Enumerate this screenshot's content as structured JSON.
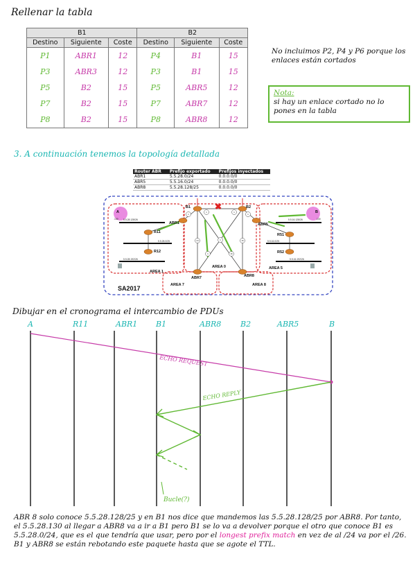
{
  "title": "Rellenar la tabla",
  "routing_table": {
    "groups": [
      "B1",
      "B2"
    ],
    "headers": [
      "Destino",
      "Siguiente",
      "Coste",
      "Destino",
      "Siguiente",
      "Coste"
    ],
    "rows": [
      [
        "P1",
        "ABR1",
        "12",
        "P4",
        "B1",
        "15"
      ],
      [
        "P3",
        "ABR3",
        "12",
        "P3",
        "B1",
        "15"
      ],
      [
        "P5",
        "B2",
        "15",
        "P5",
        "ABR5",
        "12"
      ],
      [
        "P7",
        "B2",
        "15",
        "P7",
        "ABR7",
        "12"
      ],
      [
        "P8",
        "B2",
        "15",
        "P8",
        "ABR8",
        "12"
      ]
    ]
  },
  "note_excluded": "No incluimos P2, P4 y P6 porque los enlaces están cortados",
  "note_box": {
    "label": "Nota:",
    "text": "si hay un enlace cortado no lo pones en la tabla"
  },
  "section3": "3. A continuación tenemos la topología detallada",
  "abr_table": {
    "headers": [
      "Router ABR",
      "Prefijo exportado",
      "Prefijos inyectados"
    ],
    "rows": [
      [
        "ABR1",
        "5.5.28.0/24",
        "0.0.0.0/0"
      ],
      [
        "ABR5",
        "5.5.16.0/24",
        "0.0.0.0/0"
      ],
      [
        "ABR8",
        "5.5.28.128/25",
        "0.0.0.0/0"
      ]
    ]
  },
  "topology": {
    "labels": {
      "a": "A",
      "b": "B",
      "b1": "B1",
      "b2": "B2",
      "abr1": "ABR1",
      "abr5": "ABR5",
      "abr7": "ABR7",
      "abr8": "ABR8",
      "r11": "R11",
      "r12": "R12",
      "r51": "R51",
      "r52": "R52",
      "area0": "AREA 0",
      "area1": "AREA 1",
      "area5": "AREA 5",
      "area7": "AREA 7",
      "area8": "AREA 8",
      "as": "SA2017",
      "net_a": "5.5.28.128/26",
      "net_r11": "5.5.28.0/25",
      "net_r12": "5.5.28.192/26",
      "net_b": "5.5.16.128/26",
      "net_r51": "5.5.16.0/25",
      "net_r52": "5.5.16.192/26",
      "a_ip": ".130",
      "b_ip": ".130",
      "x_mark": "✖"
    },
    "costs": [
      "1",
      "1",
      "1",
      "1",
      "24",
      "16",
      "1",
      "16",
      "1"
    ]
  },
  "seq_intro": "Dibujar en el cronograma el intercambio de PDUs",
  "sequence": {
    "columns": [
      "A",
      "R11",
      "ABR1",
      "B1",
      "ABR8",
      "B2",
      "ABR5",
      "B"
    ],
    "echo_request": "ECHO REQUEST",
    "echo_reply": "ECHO REPLY",
    "loop_label": "Bucle(?)"
  },
  "paragraph": {
    "part1": "ABR 8 solo conoce 5.5.28.128/25 y en B1 nos dice que mandemos las 5.5.28.128/25 por ABR8. Por tanto, el 5.5.28.130 al llegar a ABR8 va a ir a B1 pero B1 se lo va a devolver porque el otro que conoce B1 es 5.5.28.0/24, que es el que tendría que usar, pero por el",
    "highlight": "longest prefix match",
    "part2": "en vez de al /24 va por el /26. B1 y ABR8 se están rebotando este paquete hasta que se agote el TTL."
  },
  "colors": {
    "green": "#5fb832",
    "magenta": "#c63aa8",
    "pink": "#e0229b",
    "teal": "#1bb6b2",
    "area_red": "#d83030",
    "as_blue": "#3344c0"
  }
}
